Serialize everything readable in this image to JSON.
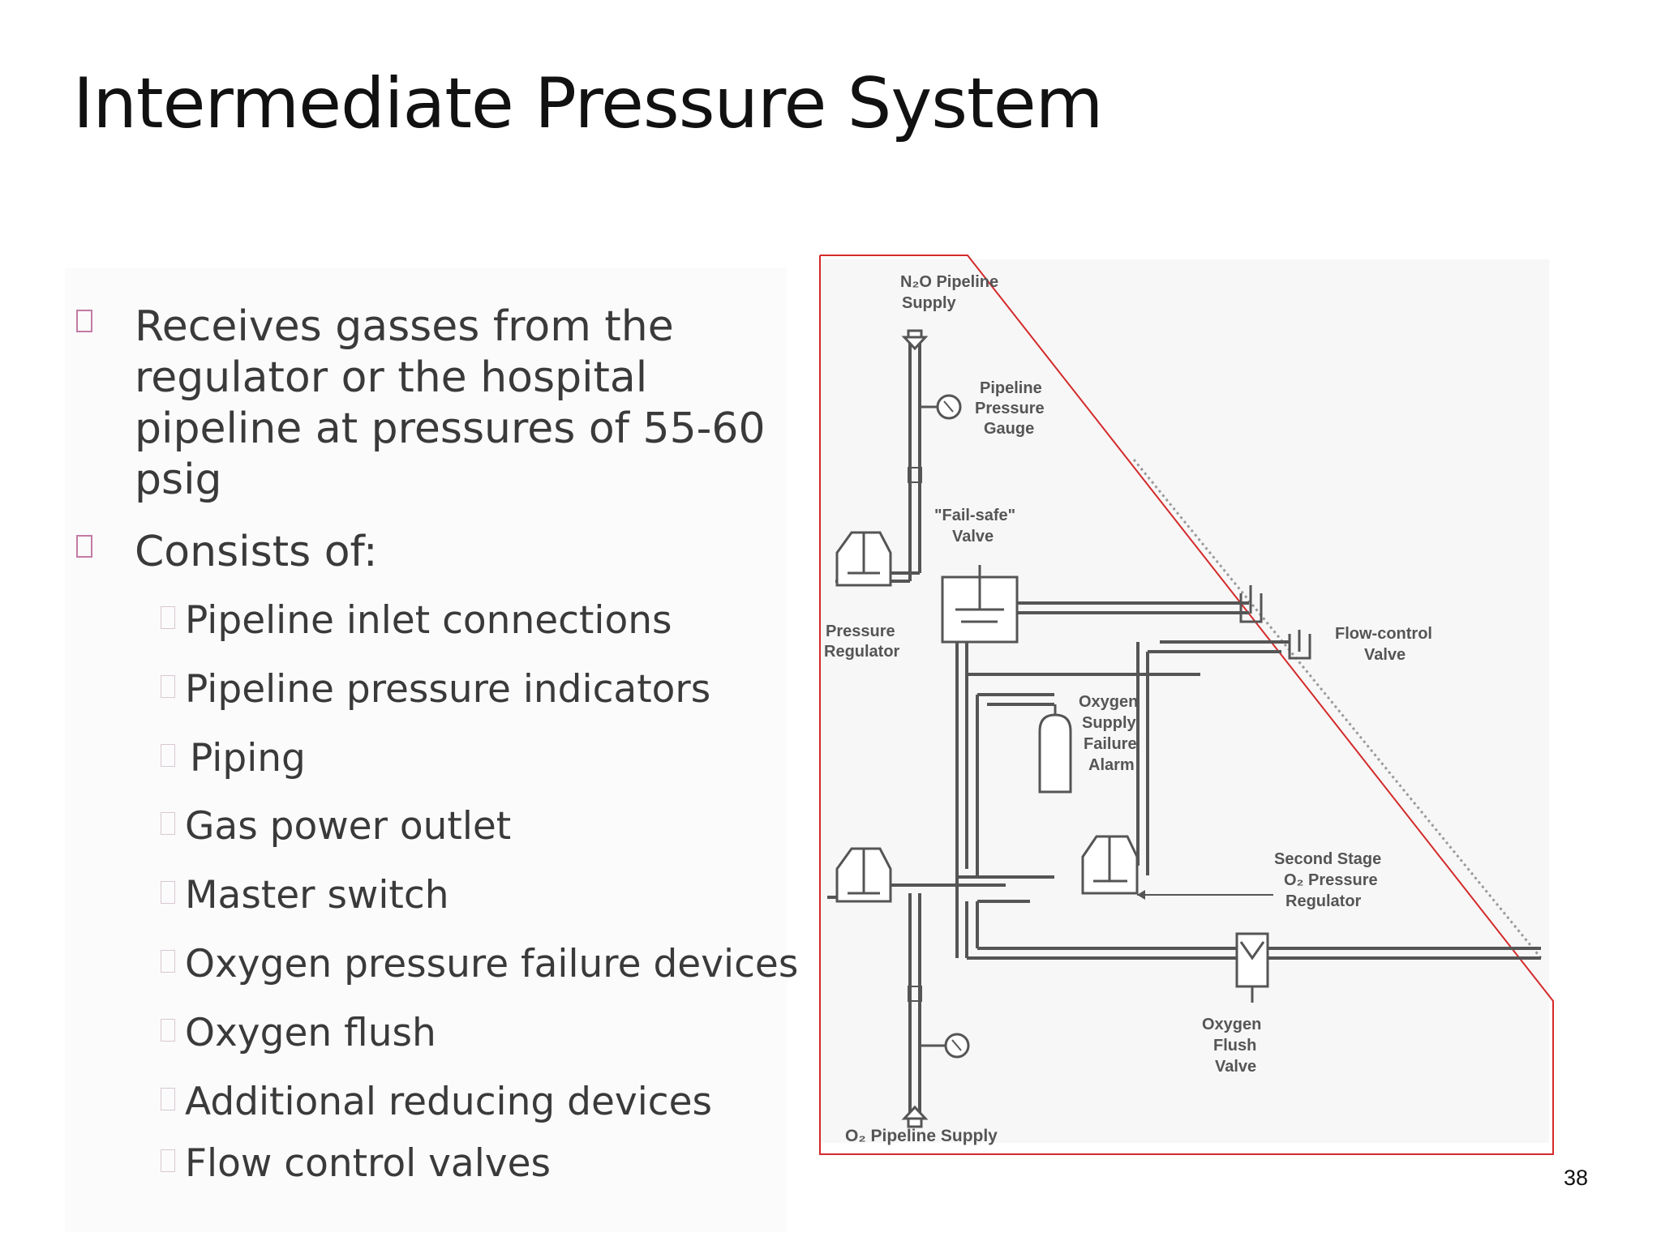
{
  "slide": {
    "title": "Intermediate Pressure System",
    "page_number": "38"
  },
  "bullets": [
    {
      "text": "Receives gasses from the regulator or the hospital pipeline at pressures of 55-60 psig"
    },
    {
      "text": "Consists of:"
    }
  ],
  "sub_bullets": [
    "Pipeline inlet connections",
    "Pipeline pressure indicators",
    "Piping",
    "Gas power outlet",
    "Master switch",
    "Oxygen pressure failure devices",
    "Oxygen flush",
    "Additional reducing devices",
    "Flow control valves"
  ],
  "diagram": {
    "labels": {
      "n2o_supply_1": "N₂O Pipeline",
      "n2o_supply_2": "Supply",
      "pipeline_gauge_1": "Pipeline",
      "pipeline_gauge_2": "Pressure",
      "pipeline_gauge_3": "Gauge",
      "failsafe_1": "\"Fail-safe\"",
      "failsafe_2": "Valve",
      "pressure_reg_1": "Pressure",
      "pressure_reg_2": "Regulator",
      "flow_control_1": "Flow-control",
      "flow_control_2": "Valve",
      "o2_alarm_1": "Oxygen",
      "o2_alarm_2": "Supply",
      "o2_alarm_3": "Failure",
      "o2_alarm_4": "Alarm",
      "second_stage_1": "Second Stage",
      "second_stage_2": "O₂ Pressure",
      "second_stage_3": "Regulator",
      "flush_1": "Oxygen",
      "flush_2": "Flush",
      "flush_3": "Valve",
      "o2_supply": "O₂ Pipeline Supply"
    },
    "outline_color": "#d42a2a",
    "line_color": "#555555"
  }
}
